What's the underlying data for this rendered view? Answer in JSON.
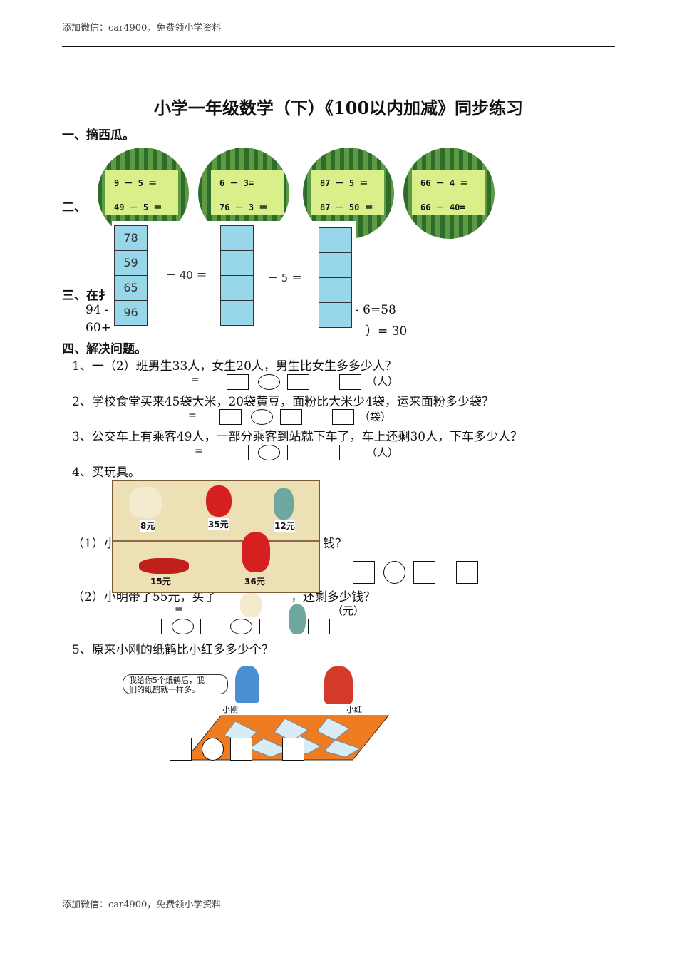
{
  "header": {
    "text": "添加微信：car4900，免费领小学资料"
  },
  "footer": {
    "text": "添加微信：car4900，免费领小学资料"
  },
  "title": "小学一年级数学（下）《100以内加减》同步练习",
  "section1": {
    "heading": "一、摘西瓜。",
    "melons": [
      {
        "top": "9 － 5 ＝",
        "bottom": "49 － 5 ＝"
      },
      {
        "top": "6 － 3=",
        "bottom": "76 － 3 ＝"
      },
      {
        "top": "87 － 5 ＝",
        "bottom": "87 － 50 ＝"
      },
      {
        "top": "66 － 4 ＝",
        "bottom": "66 － 40="
      }
    ]
  },
  "section2": {
    "heading": "二、",
    "column1": [
      "78",
      "59",
      "65",
      "96"
    ],
    "op1": "－ 40 ＝",
    "op2": "－ 5 ＝"
  },
  "section3": {
    "heading": "三、在扌",
    "line1_left": "94 -",
    "line1_right": "- 6=58",
    "line2_left": "60+",
    "line2_right": "）= 30"
  },
  "section4": {
    "heading": "四、解决问题。",
    "q1": "1、一（2）班男生33人，女生20人，男生比女生多多少人？",
    "q1_eq": "=",
    "q1_unit": "（人）",
    "q2": "2、学校食堂买来45袋大米，20袋黄豆，面粉比大米少4袋，运来面粉多少袋？",
    "q2_eq": "=",
    "q2_unit": "（袋）",
    "q3": "3、公交车上有乘客49人，一部分乘客到站就下车了，车上还剩30人，下车多少人？",
    "q3_eq": "=",
    "q3_unit": "（人）",
    "q4": "4、买玩具。",
    "prices": [
      "8元",
      "35元",
      "12元",
      "15元",
      "36元"
    ],
    "q4_1": "（1）小",
    "q4_1_end": "钱？",
    "q4_2": "（2）小明带了55元，买了",
    "q4_2_end": "，还剩多少钱？",
    "q4_2_eq": "=",
    "q4_2_unit": "（元）",
    "q5": "5、原来小刚的纸鹤比小红多多少个？",
    "speech": [
      "我给你5个纸鹤后，我",
      "们的纸鹤就一样多。"
    ],
    "name_boy": "小刚",
    "name_girl": "小红"
  }
}
